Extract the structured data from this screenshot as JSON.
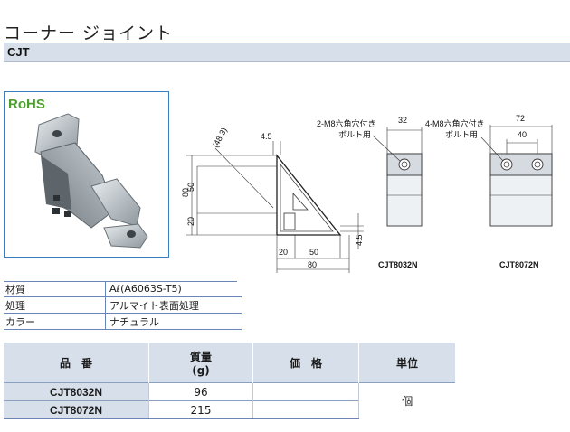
{
  "title": "コーナー ジョイント",
  "code": "CJT",
  "rohs": "RoHS",
  "drawing": {
    "dim_48_3": "(48.3)",
    "dim_4_5_top": "4.5",
    "dim_80_v": "80",
    "dim_50_v": "50",
    "dim_20_v": "20",
    "dim_20_h": "20",
    "dim_50_h": "50",
    "dim_80_h": "80",
    "dim_4_5_right": "4.5",
    "note_8032": "2-M8六角穴付き",
    "note_8032_b": "ボルト用",
    "note_8072": "4-M8六角穴付き",
    "note_8072_b": "ボルト用",
    "dim_32": "32",
    "dim_72": "72",
    "dim_40": "40",
    "label_8032": "CJT8032N",
    "label_8072": "CJT8072N"
  },
  "specs": [
    {
      "key": "材質",
      "value": "Aℓ(A6063S-T5)"
    },
    {
      "key": "処理",
      "value": "アルマイト表面処理"
    },
    {
      "key": "カラー",
      "value": "ナチュラル"
    }
  ],
  "table": {
    "headers": {
      "model": "品　番",
      "mass": "質量",
      "mass_unit": "(g)",
      "price": "価　格",
      "unit": "単位"
    },
    "rows": [
      {
        "model": "CJT8032N",
        "mass": "96",
        "price": ""
      },
      {
        "model": "CJT8072N",
        "mass": "215",
        "price": ""
      }
    ],
    "unit_value": "個"
  },
  "colors": {
    "header_bg": "#d6dfea",
    "rule": "#6a86b6",
    "rohs_green": "#4aa02c",
    "photo_border": "#3c7fc0"
  }
}
